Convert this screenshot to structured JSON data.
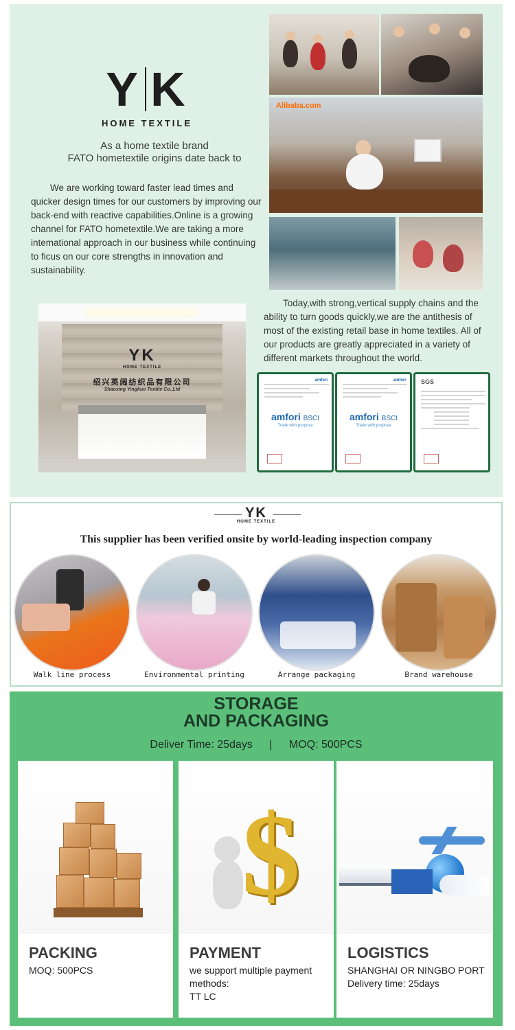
{
  "brand": {
    "logo_letters": "YK",
    "logo_sub": "HOME TEXTILE"
  },
  "about": {
    "intro_line1": "As a home textile brand",
    "intro_line2": "FATO hometextile origins date back to",
    "paragraph1": "We are working toward faster lead times and quicker design times for our customers by improving our back-end with reactive capabilities.Online is a growing channel for FATO hometextile.We are taking a more intemational approach in our business while continuing to ficus on our core strengths in innovation and sustainability.",
    "paragraph2": "Today,with strong,vertical supply chains and the ability to turn goods quickly,we are the antithesis of most of the existing retail base in home textiles. All of our products are greatly appreciated in a variety of different markets throughout the world.",
    "office_sign_cn": "绍兴英阔纺织品有限公司",
    "office_sign_en": "Shaoxing Yingkuo Textile Co.,Ltd",
    "alibaba_label": "Alibaba.com"
  },
  "certificates": [
    {
      "logo": "amfori",
      "logo_suffix": "BSCI",
      "tagline": "Trade with purpose"
    },
    {
      "logo": "amfori",
      "logo_suffix": "BSCI",
      "tagline": "Trade with purpose"
    },
    {
      "logo": "SGS",
      "logo_suffix": "",
      "tagline": ""
    }
  ],
  "inspection": {
    "heading": "This supplier has been verified onsite by world-leading inspection company",
    "steps": [
      {
        "label": "Walk line process"
      },
      {
        "label": "Environmental printing"
      },
      {
        "label": "Arrange packaging"
      },
      {
        "label": "Brand warehouse"
      }
    ]
  },
  "storage": {
    "title_line1": "STORAGE",
    "title_line2": "AND PACKAGING",
    "deliver": "Deliver Time: 25days",
    "separator": "|",
    "moq": "MOQ:  500PCS",
    "cards": [
      {
        "title": "PACKING",
        "lines": [
          "MOQ: 500PCS"
        ]
      },
      {
        "title": "PAYMENT",
        "lines": [
          "we support multiple payment methods:",
          "TT  LC"
        ]
      },
      {
        "title": "LOGISTICS",
        "lines": [
          "SHANGHAI OR NINGBO PORT",
          "Delivery time: 25days"
        ]
      }
    ]
  },
  "colors": {
    "section1_bg": "#dff1e6",
    "section3_bg": "#5bbf7a",
    "cert_border": "#1f6b3d",
    "amfori_blue": "#1a66b2"
  }
}
